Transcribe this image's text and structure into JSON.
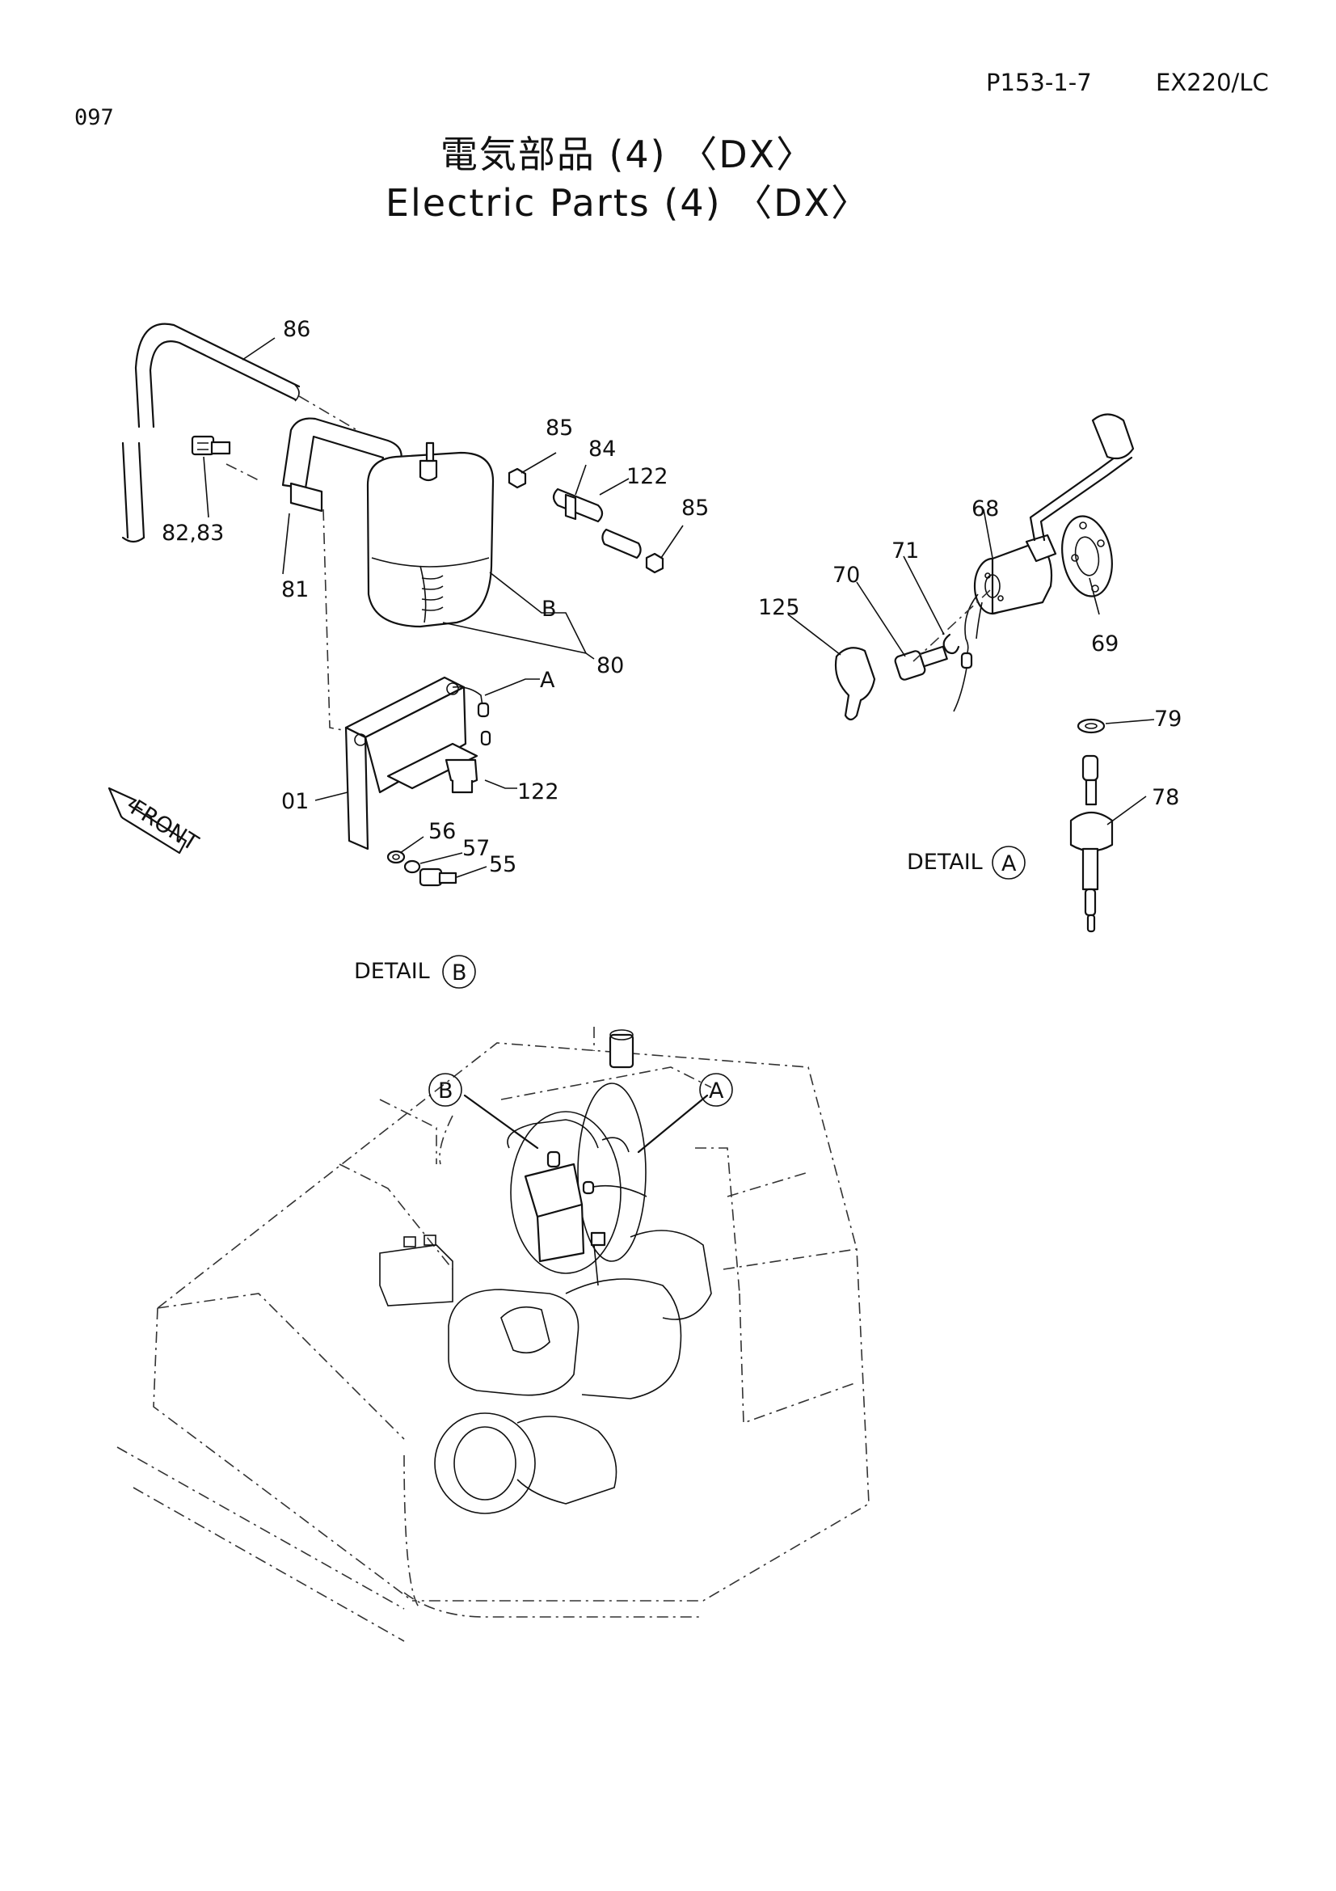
{
  "header": {
    "page_number": "097",
    "page_code": "P153-1-7",
    "model": "EX220/LC",
    "title_ja": "電気部品 (4) 〈DX〉",
    "title_en": "Electric Parts (4) 〈DX〉"
  },
  "detail_b": {
    "caption": "DETAIL",
    "marker": "B",
    "front_label": "FRONT",
    "callouts": {
      "c86": "86",
      "c85a": "85",
      "c84": "84",
      "c122a": "122",
      "c85b": "85",
      "c82": "82,83",
      "c81": "81",
      "cB": "B",
      "cA": "A",
      "c80": "80",
      "c01": "01",
      "c122b": "122",
      "c56": "56",
      "c57": "57",
      "c55": "55"
    }
  },
  "detail_a": {
    "caption": "DETAIL",
    "marker": "A",
    "callouts": {
      "c68": "68",
      "c71": "71",
      "c70": "70",
      "c125": "125",
      "c69": "69",
      "c79": "79",
      "c78": "78"
    }
  },
  "overview": {
    "marker_b": "B",
    "marker_a": "A"
  }
}
